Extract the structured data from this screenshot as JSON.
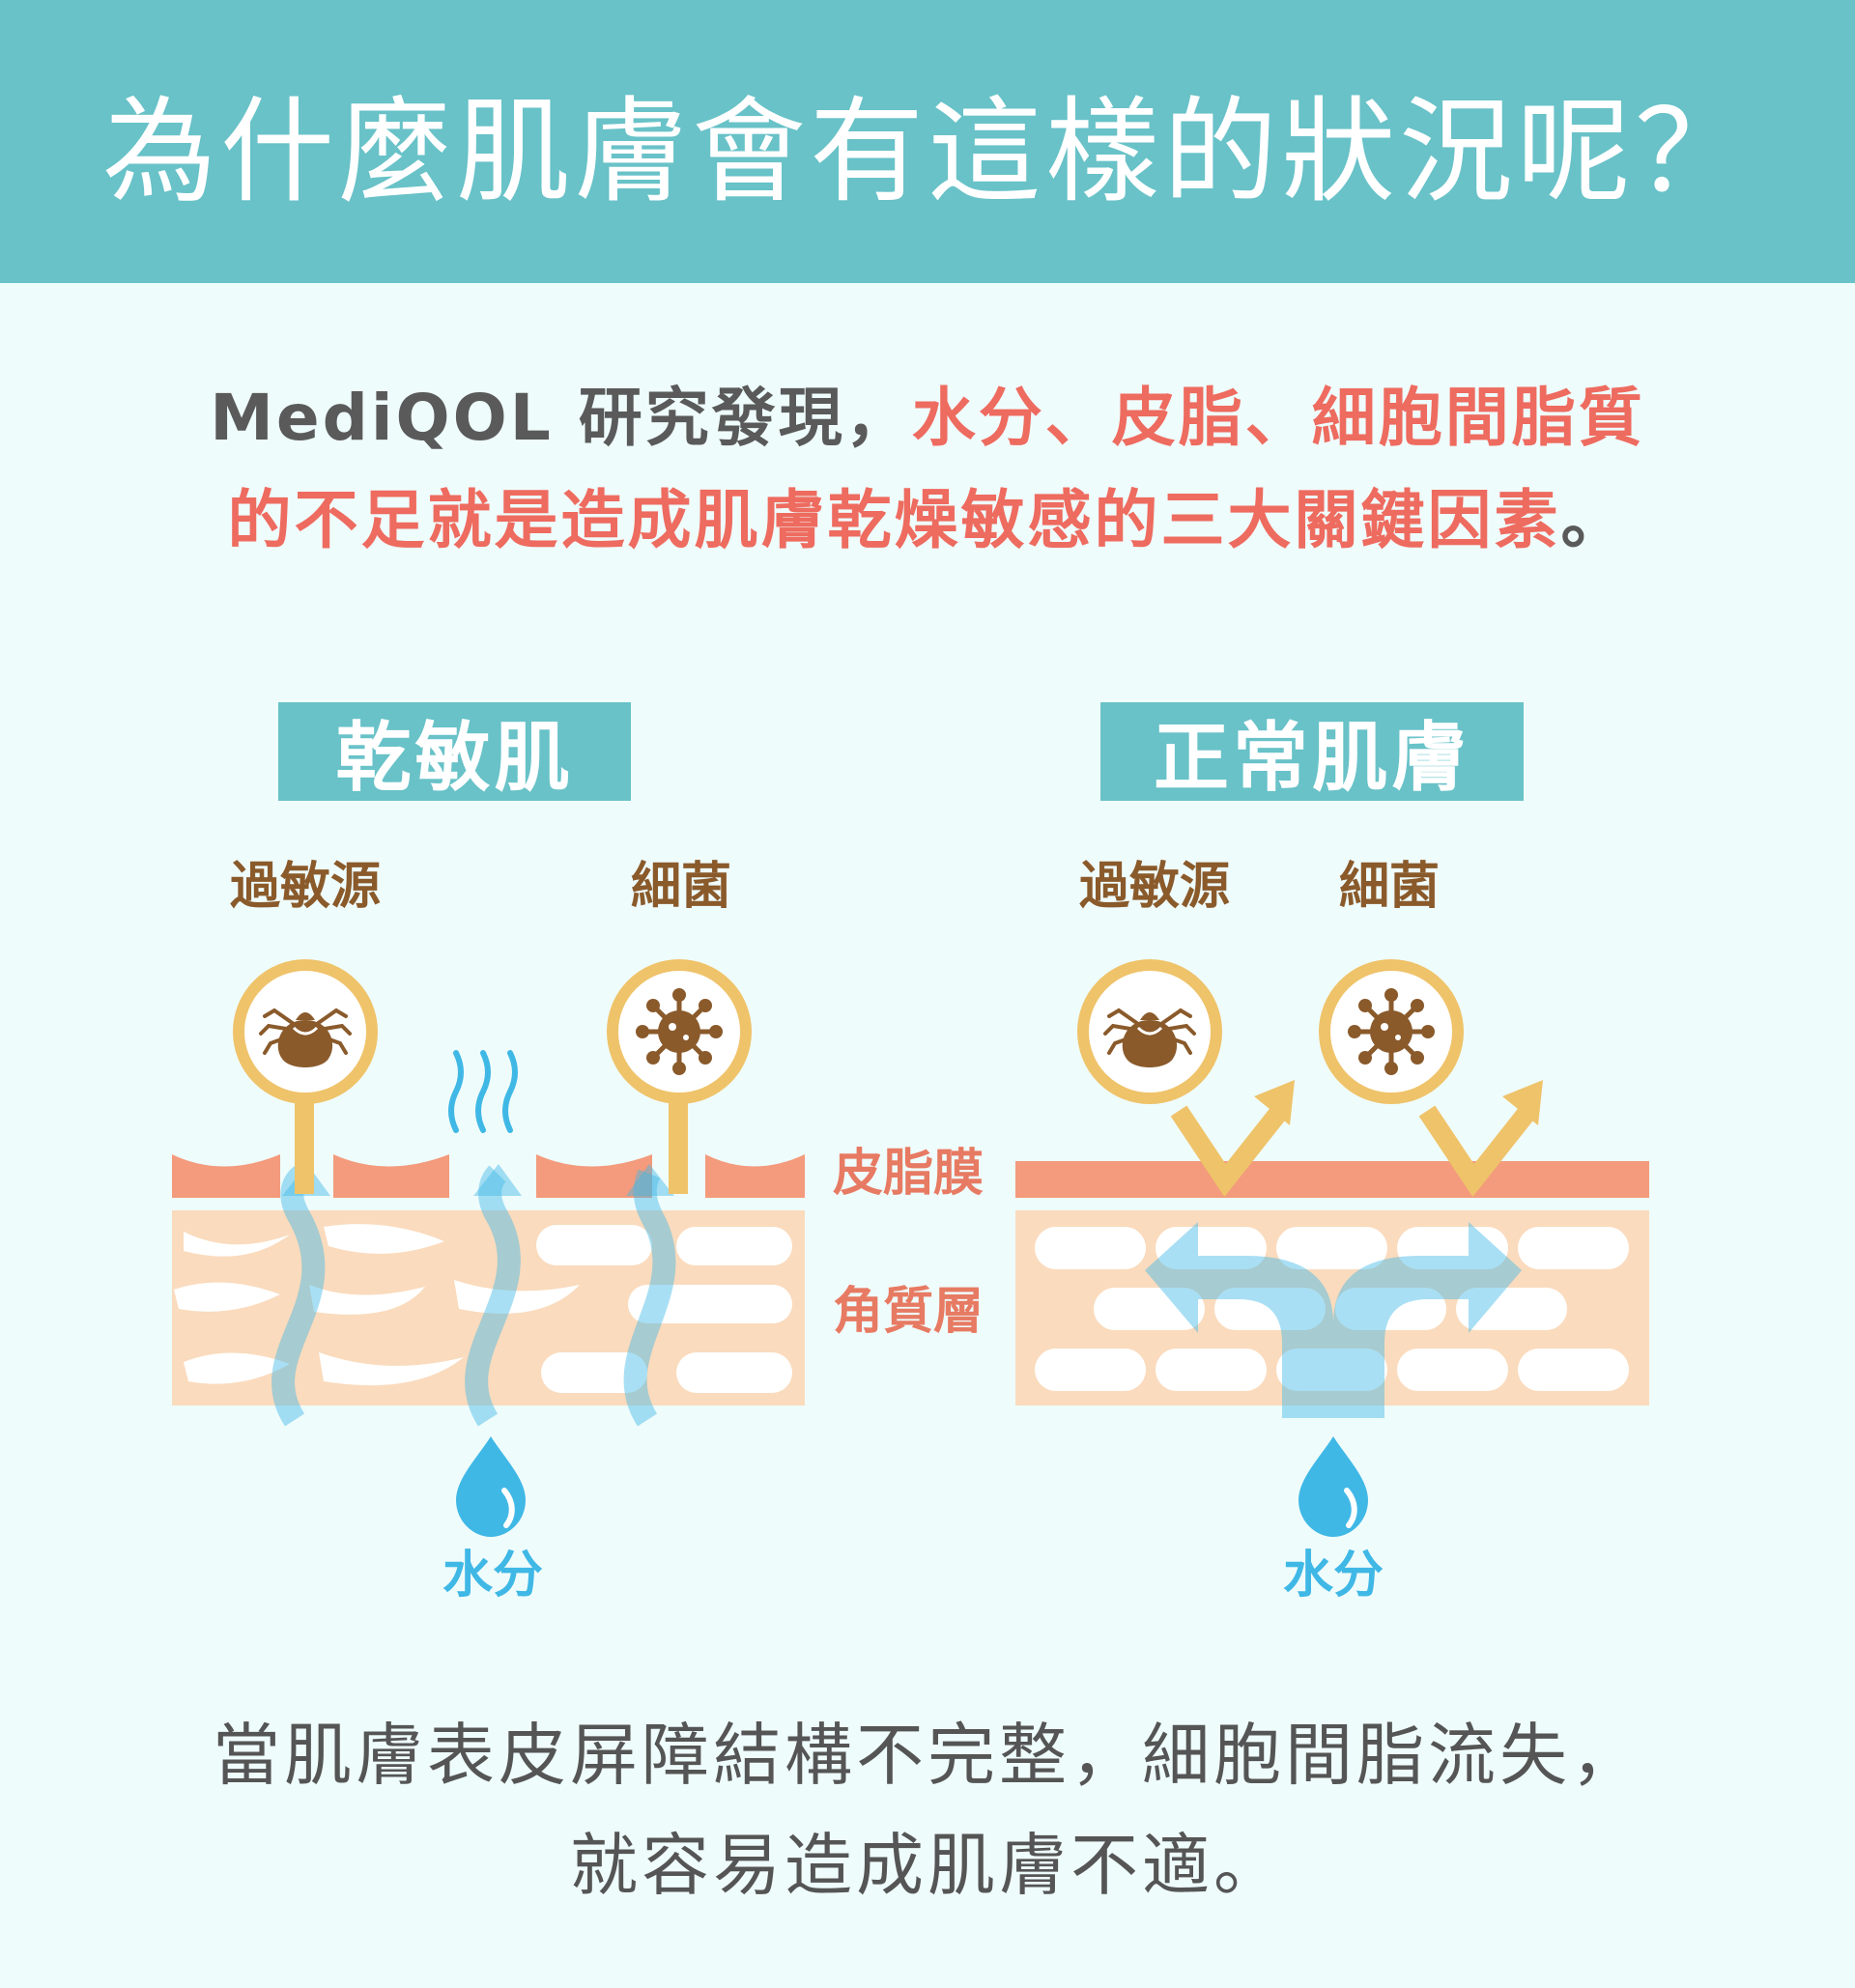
{
  "header": {
    "title": "為什麼肌膚會有這樣的狀況呢？"
  },
  "intro": {
    "lead": "MediQOL 研究發現，",
    "highlight_1": "水分、皮脂、細胞間脂質",
    "highlight_2": "的不足就是造成肌膚乾燥敏感的三大關鍵因素",
    "end": "。"
  },
  "panels": {
    "left": {
      "title": "乾敏肌",
      "allergen": "過敏源",
      "bacteria": "細菌",
      "water": "水分"
    },
    "right": {
      "title": "正常肌膚",
      "allergen": "過敏源",
      "bacteria": "細菌",
      "water": "水分"
    }
  },
  "layers": {
    "sebum": "皮脂膜",
    "stratum": "角質層"
  },
  "outro": {
    "line1": "當肌膚表皮屏障結構不完整，細胞間脂流失，",
    "line2": "就容易造成肌膚不適。"
  },
  "colors": {
    "teal": "#68c2c8",
    "brown": "#8a5a2b",
    "gold": "#efc36a",
    "sebum": "#f39b7c",
    "stratum": "#fadbbd",
    "water": "#40b8e6",
    "highlight": "#ee6b5f"
  },
  "icons": [
    "mite-icon",
    "virus-icon",
    "steam-icon",
    "water-drop-icon",
    "arrow-icon"
  ]
}
